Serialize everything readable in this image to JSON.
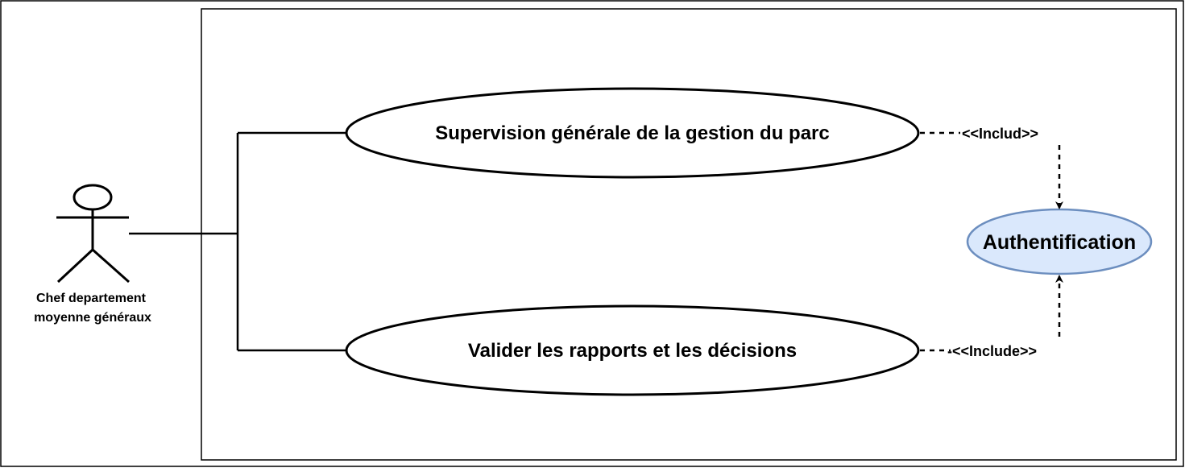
{
  "diagram": {
    "actor": {
      "name_line1": "Chef departement",
      "name_line2": "moyenne généraux"
    },
    "use_cases": [
      {
        "id": "supervision",
        "label": "Supervision générale de la gestion du parc"
      },
      {
        "id": "valider",
        "label": "Valider les rapports et les décisions"
      }
    ],
    "included_use_case": {
      "label": "Authentification",
      "fill": "#dae8fc",
      "stroke": "#6c8ebf"
    },
    "relations": [
      {
        "from": "supervision",
        "to": "authentification",
        "label": "<<Includ>>"
      },
      {
        "from": "valider",
        "to": "authentification",
        "label": "-<<Include>>"
      }
    ]
  }
}
